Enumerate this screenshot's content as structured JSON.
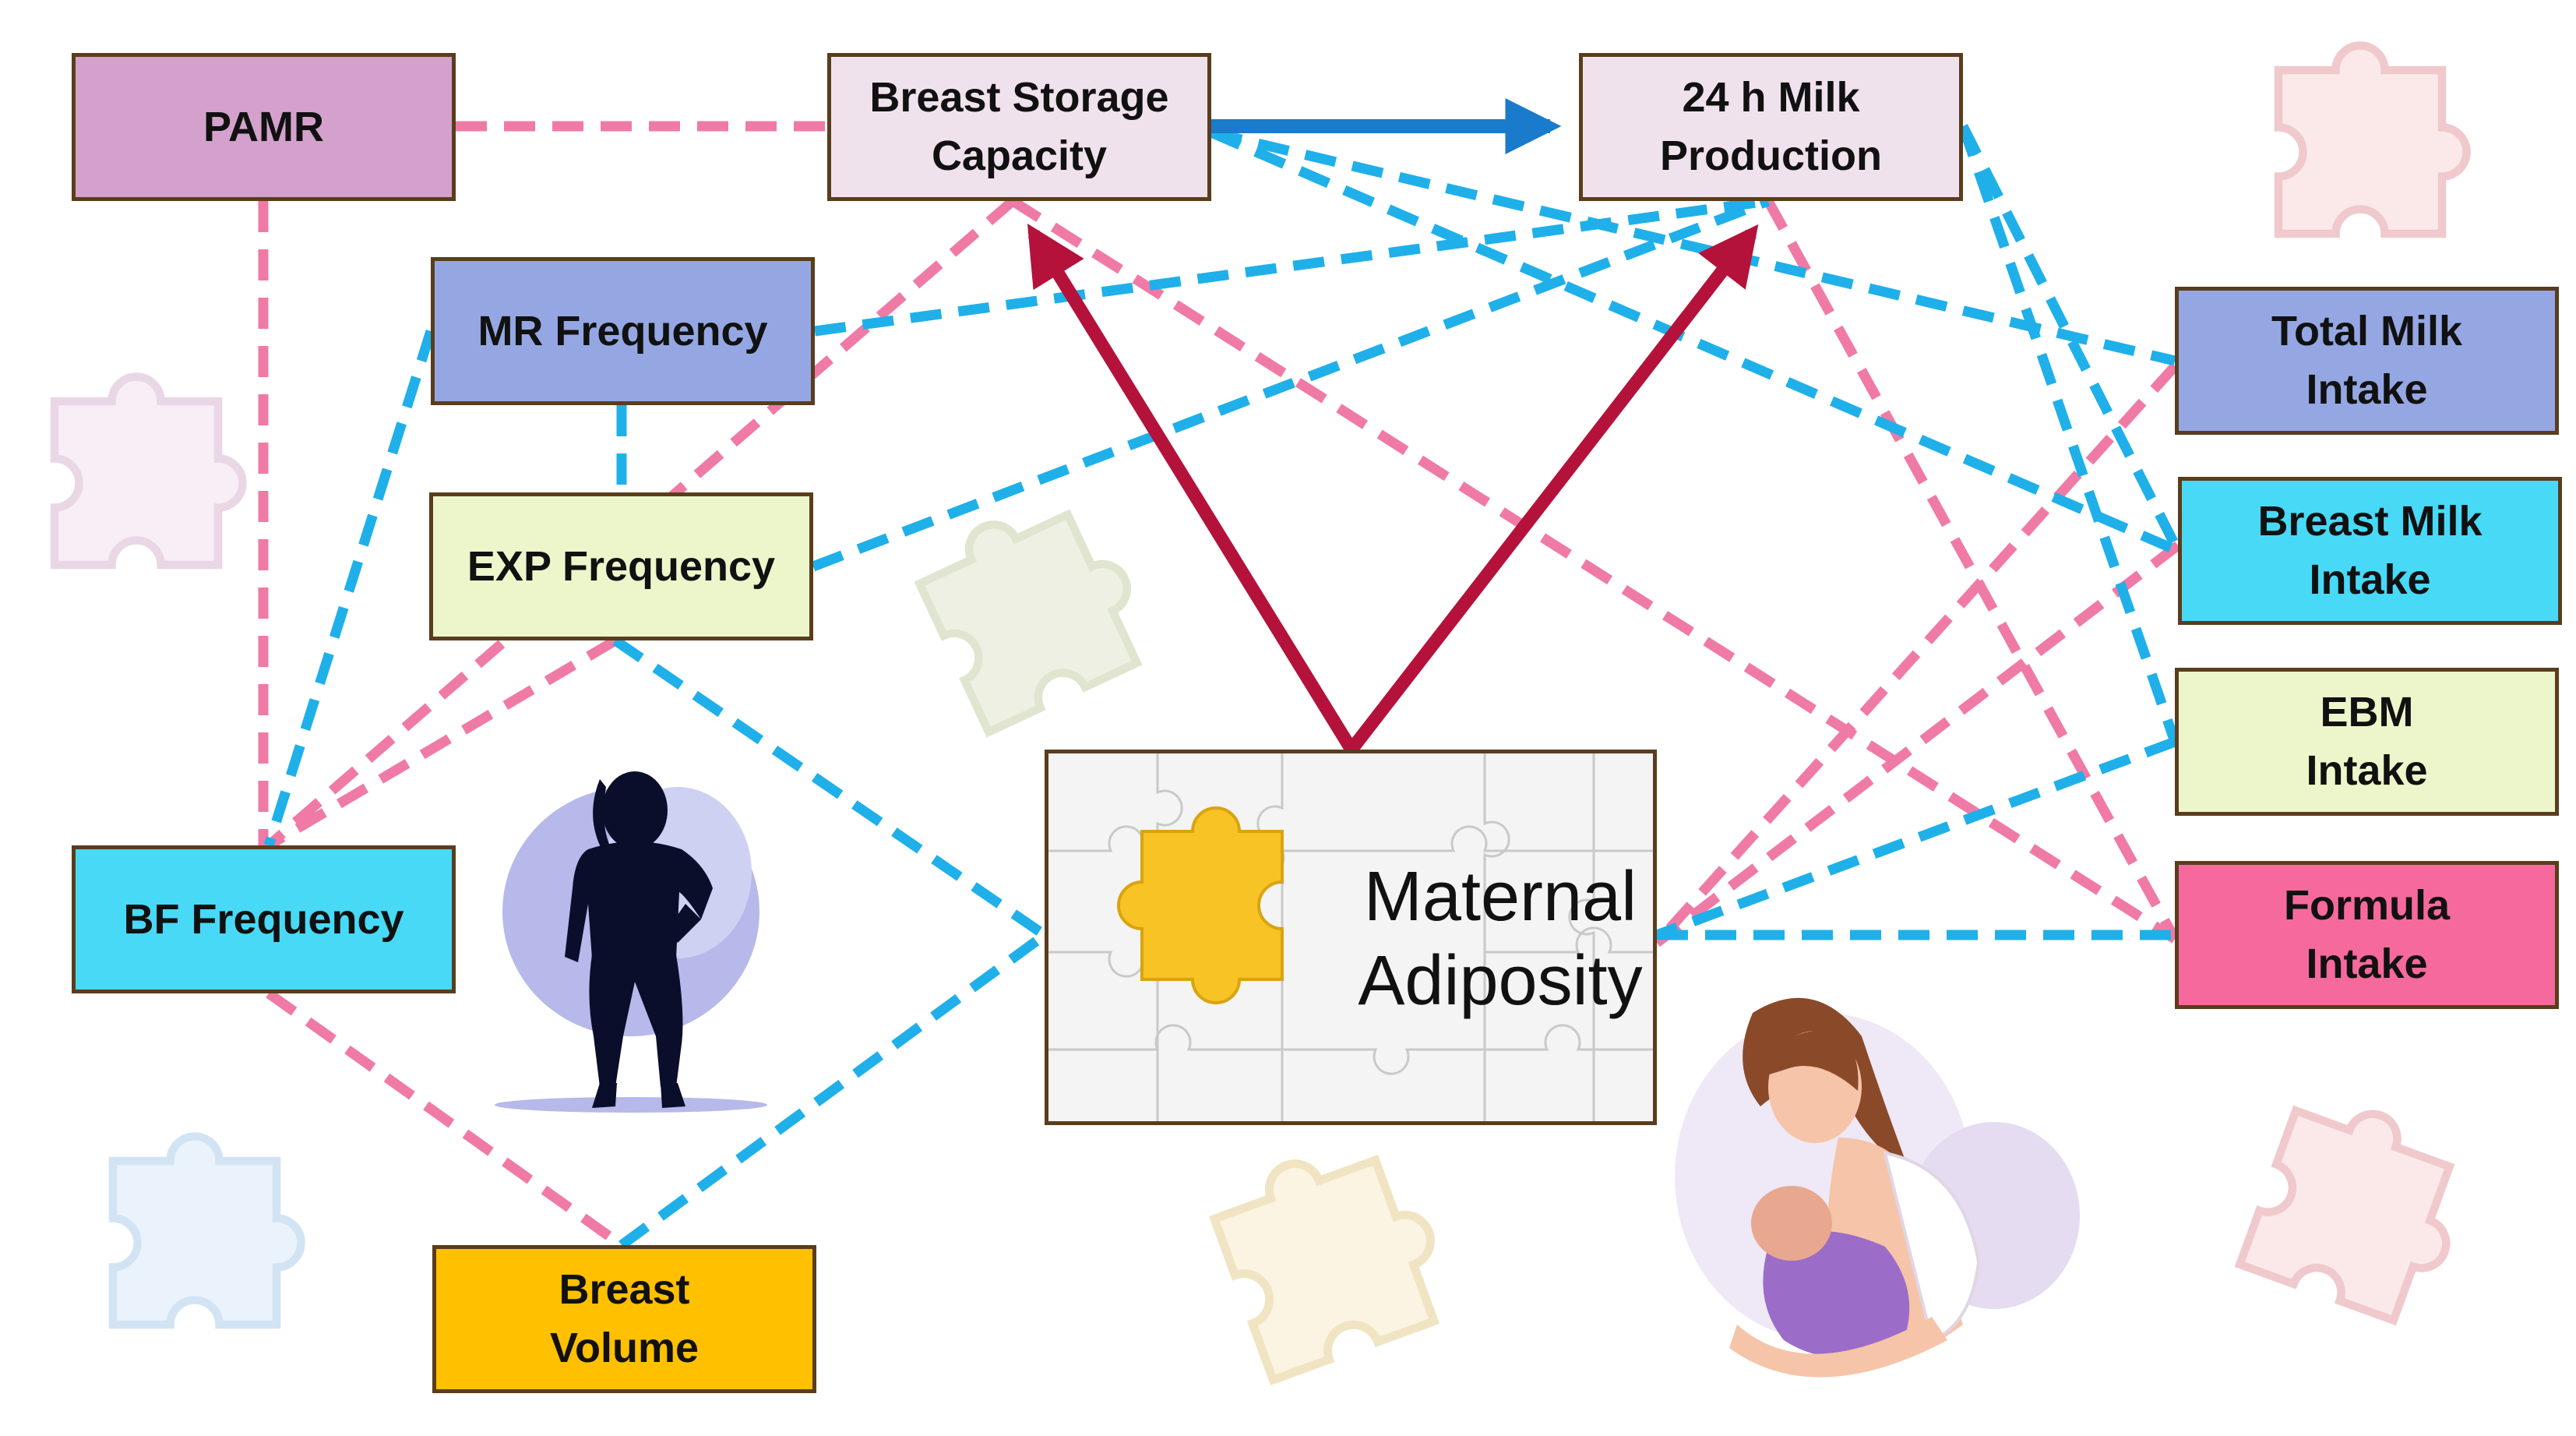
{
  "nodes": {
    "pamr": {
      "label": "PAMR",
      "color": "#D3A1CB"
    },
    "breast_storage_capacity": {
      "label": "Breast Storage\nCapacity",
      "color": "#F0E2EC"
    },
    "milk_production_24h": {
      "label": "24 h Milk\nProduction",
      "color": "#F0E2EC"
    },
    "mr_frequency": {
      "label": "MR Frequency",
      "color": "#95A7E3"
    },
    "exp_frequency": {
      "label": "EXP Frequency",
      "color": "#EDF6CB"
    },
    "bf_frequency": {
      "label": "BF Frequency",
      "color": "#48D9F7"
    },
    "breast_volume": {
      "label": "Breast\nVolume",
      "color": "#FFC000"
    },
    "total_milk_intake": {
      "label": "Total Milk\nIntake",
      "color": "#95A7E3"
    },
    "breast_milk_intake": {
      "label": "Breast Milk\nIntake",
      "color": "#48D9F7"
    },
    "ebm_intake": {
      "label": "EBM\nIntake",
      "color": "#EDF6CB"
    },
    "formula_intake": {
      "label": "Formula\nIntake",
      "color": "#F6699C"
    }
  },
  "center": {
    "label": "Maternal\nAdiposity",
    "puzzle_piece_color": "#F7C325"
  },
  "link_colors": {
    "blue_dashed": "#1FB0EA",
    "pink_dashed": "#F07AA6",
    "solid_blue": "#1A7ACB",
    "solid_red": "#B4123A"
  },
  "decorations": [
    "woman-silhouette-icon",
    "breastfeeding-mother-illustration",
    "puzzle-piece-icon"
  ]
}
